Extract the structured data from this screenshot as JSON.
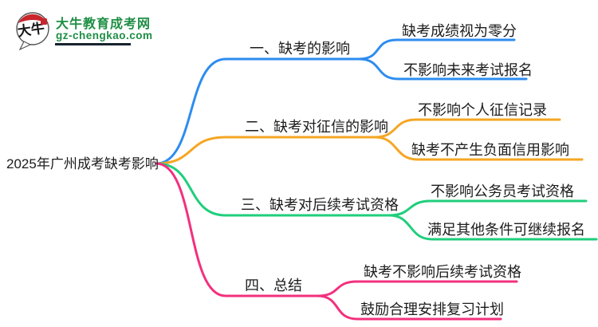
{
  "logo": {
    "title": "大牛教育成考网",
    "domain": "gz-chengkao.com",
    "badge_text": "大牛",
    "colors": {
      "green": "#1e8e44",
      "red": "#c9252c",
      "bar": "#16222e",
      "ink": "#141414"
    }
  },
  "topic": "2025年广州成考缺考影响",
  "branches": [
    {
      "label": "一、缺考的影响",
      "color": "#2d8cf0",
      "children": [
        "缺考成绩视为零分",
        "不影响未来考试报名"
      ]
    },
    {
      "label": "二、缺考对征信的影响",
      "color": "#f5a623",
      "children": [
        "不影响个人征信记录",
        "缺考不产生负面信用影响"
      ]
    },
    {
      "label": "三、缺考对后续考试资格",
      "color": "#20ce7c",
      "children": [
        "不影响公务员考试资格",
        "满足其他条件可继续报名"
      ]
    },
    {
      "label": "四、总结",
      "color": "#f3307e",
      "children": [
        "缺考不影响后续考试资格",
        "鼓励合理安排复习计划"
      ]
    }
  ]
}
